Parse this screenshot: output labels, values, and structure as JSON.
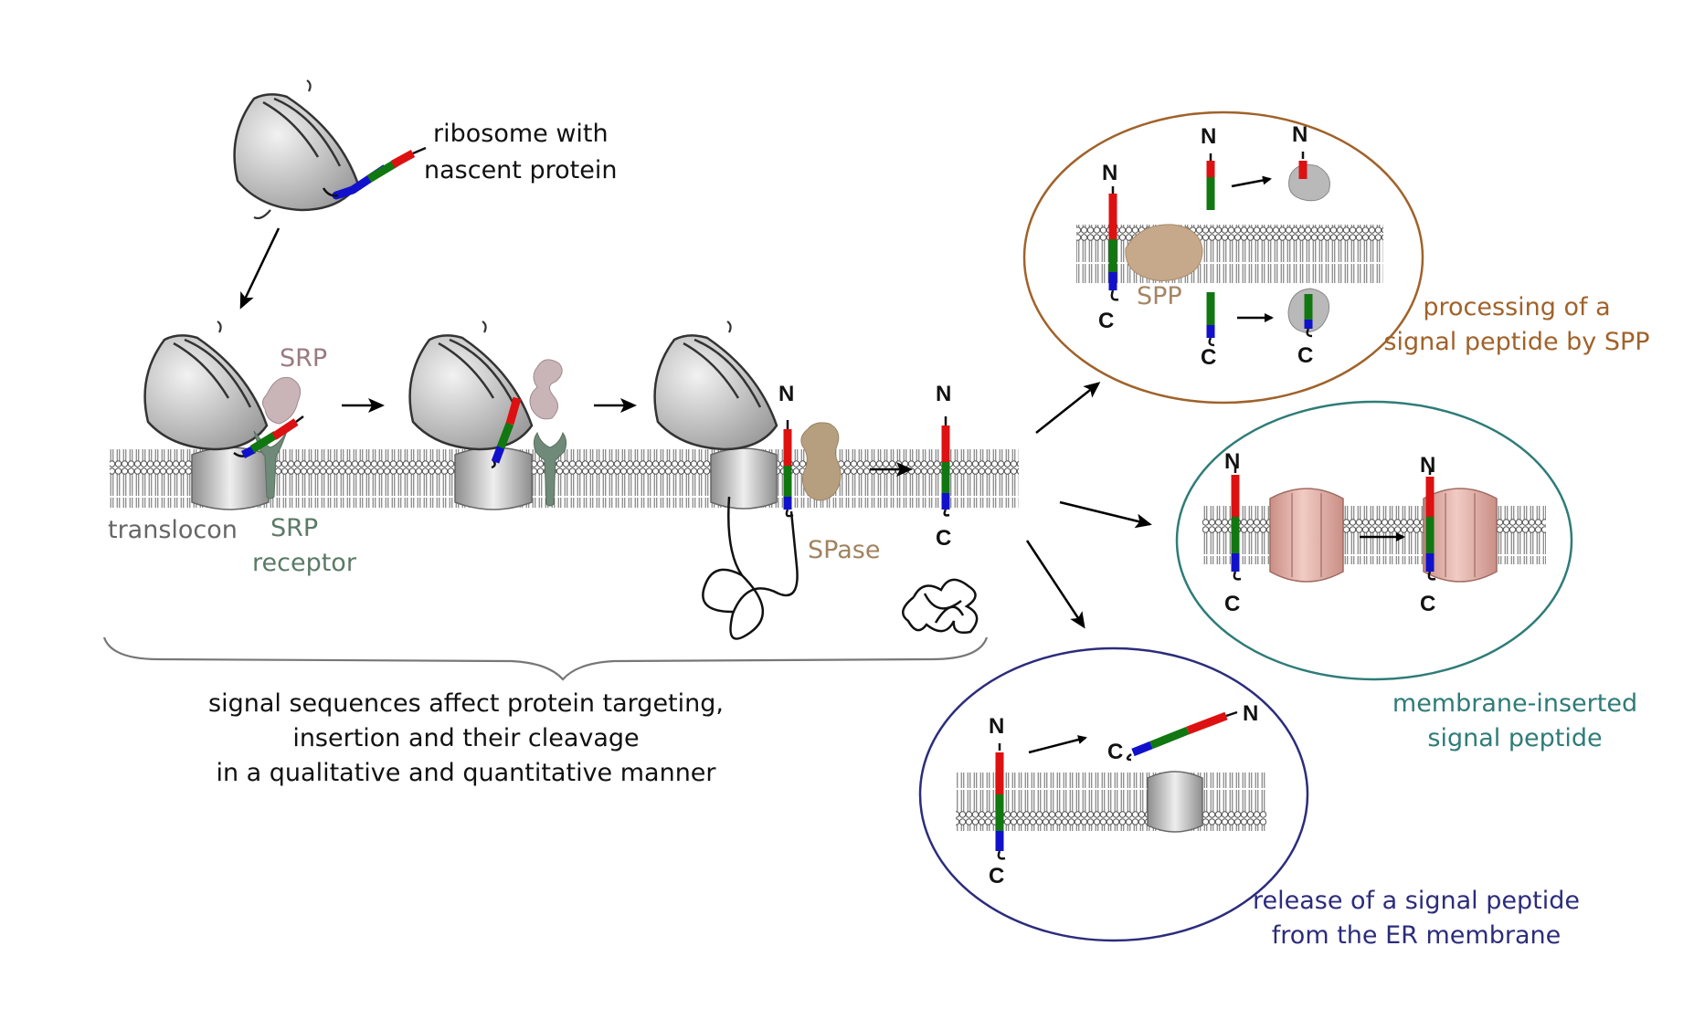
{
  "labels": {
    "ribosome_nascent": [
      "ribosome with",
      "nascent protein"
    ],
    "srp": "SRP",
    "srp_receptor": [
      "SRP",
      "receptor"
    ],
    "translocon": "translocon",
    "spase": "SPase",
    "spp": "SPP",
    "summary": [
      "signal sequences affect protein targeting,",
      "insertion and their cleavage",
      "in a qualitative and quantitative manner"
    ],
    "processing_spp": [
      "processing of a",
      "signal peptide by SPP"
    ],
    "membrane_inserted": [
      "membrane-inserted",
      "signal peptide"
    ],
    "release_er": [
      "release of a signal peptide",
      "from the ER membrane"
    ]
  },
  "termini": {
    "n": "N",
    "c": "C"
  },
  "colors": {
    "signal_n_region": "#dd1111",
    "signal_h_region": "#117711",
    "signal_c_region": "#1111cc",
    "ribosome": "#c8c8c8",
    "srp": "#c9b4b8",
    "srp_label": "#9a7a82",
    "srp_receptor": "#6f8a78",
    "srp_receptor_label": "#5a7a66",
    "translocon_label": "#666666",
    "spase": "#b59f7f",
    "spase_label": "#a08360",
    "spp": "#c6a98a",
    "spp_label": "#a58565",
    "ellipse_processing": "#a0622a",
    "ellipse_inserted": "#2e7c78",
    "ellipse_release": "#2c2c7c",
    "pink_protein": "#dfafa6"
  }
}
